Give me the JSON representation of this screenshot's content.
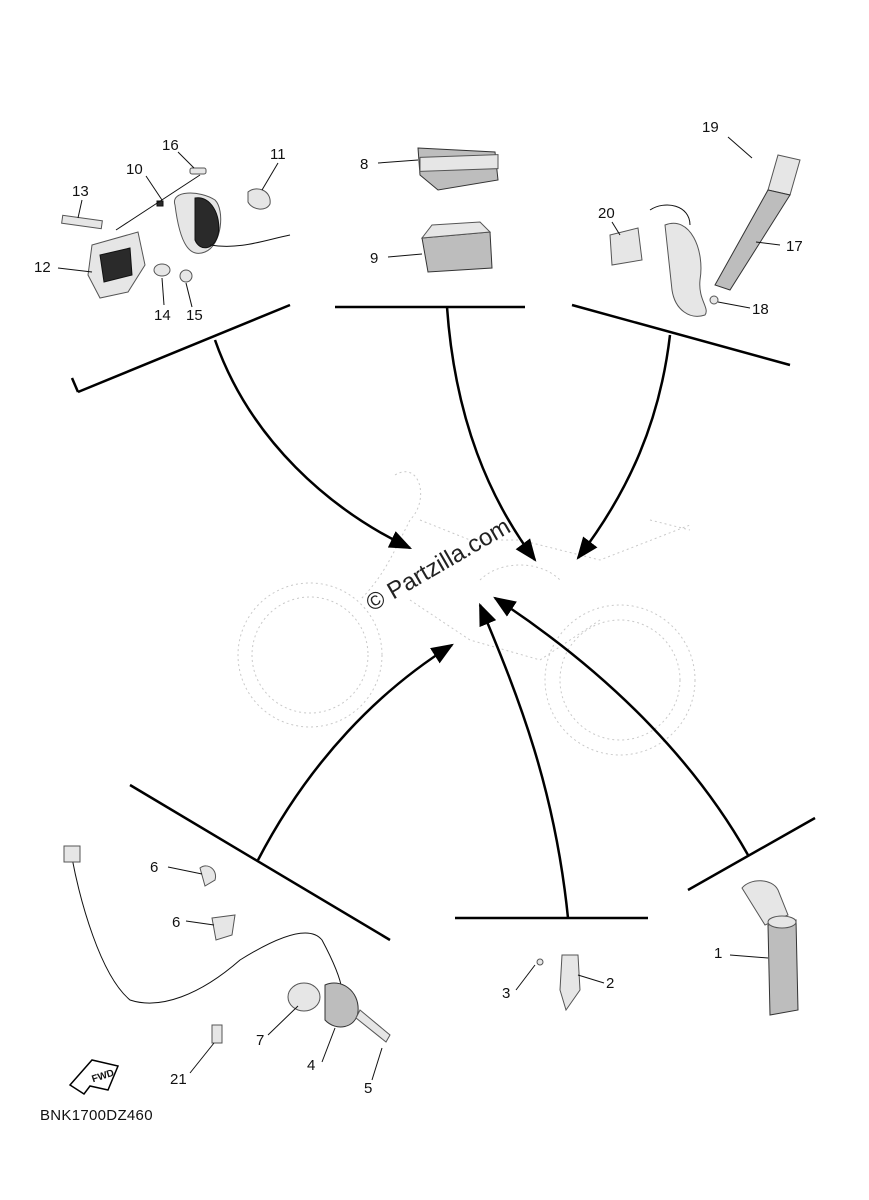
{
  "diagram_code": "BNK1700DZ460",
  "watermark": "© Partzilla.com",
  "fwd_label": "FWD",
  "callouts": {
    "c1": "1",
    "c2": "2",
    "c3": "3",
    "c4": "4",
    "c5": "5",
    "c6a": "6",
    "c6b": "6",
    "c7": "7",
    "c8": "8",
    "c9": "9",
    "c10": "10",
    "c11": "11",
    "c12": "12",
    "c13": "13",
    "c14": "14",
    "c15": "15",
    "c16": "16",
    "c17": "17",
    "c18": "18",
    "c19": "19",
    "c20": "20",
    "c21": "21"
  }
}
